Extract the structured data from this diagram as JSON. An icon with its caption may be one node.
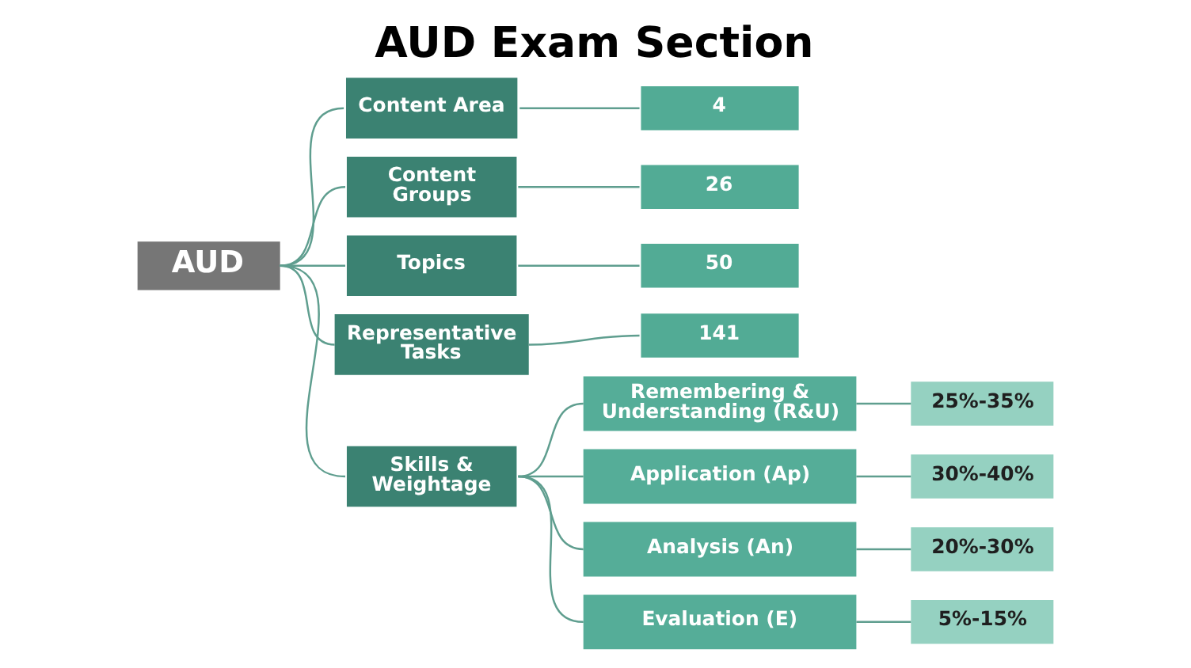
{
  "diagram": {
    "title": "AUD Exam Section",
    "nodes": [
      {
        "text": [
          "AUD"
        ]
      },
      {
        "text": [
          "Content Area"
        ]
      },
      {
        "text": [
          "4"
        ]
      },
      {
        "text": [
          "Content Groups"
        ]
      },
      {
        "text": [
          "26"
        ]
      },
      {
        "text": [
          "Topics"
        ]
      },
      {
        "text": [
          "50"
        ]
      },
      {
        "text": [
          "Representative Tasks"
        ]
      },
      {
        "text": [
          "141"
        ]
      },
      {
        "text": [
          "Skills & Weightage"
        ]
      },
      {
        "text": [
          "Remembering & Understanding (R&U)"
        ]
      },
      {
        "text": [
          "25%-35%"
        ]
      },
      {
        "text": [
          "Application (Ap)"
        ]
      },
      {
        "text": [
          "30%-40%"
        ]
      },
      {
        "text": [
          "Analysis (An)"
        ]
      },
      {
        "text": [
          "20%-30%"
        ]
      },
      {
        "text": [
          "Evaluation (E)"
        ]
      },
      {
        "text": [
          "5%-15%"
        ]
      }
    ],
    "edges": [
      {
        "from": 0,
        "to": 1,
        "arrow": "none"
      },
      {
        "from": 1,
        "to": 2,
        "arrow": "none"
      },
      {
        "from": 0,
        "to": 3,
        "arrow": "none"
      },
      {
        "from": 3,
        "to": 4,
        "arrow": "none"
      },
      {
        "from": 0,
        "to": 5,
        "arrow": "none"
      },
      {
        "from": 5,
        "to": 6,
        "arrow": "none"
      },
      {
        "from": 0,
        "to": 7,
        "arrow": "none"
      },
      {
        "from": 7,
        "to": 8,
        "arrow": "none"
      },
      {
        "from": 0,
        "to": 9,
        "arrow": "none"
      },
      {
        "from": 9,
        "to": 10,
        "arrow": "none"
      },
      {
        "from": 10,
        "to": 11,
        "arrow": "none"
      },
      {
        "from": 9,
        "to": 12,
        "arrow": "none"
      },
      {
        "from": 12,
        "to": 13,
        "arrow": "none"
      },
      {
        "from": 9,
        "to": 14,
        "arrow": "none"
      },
      {
        "from": 14,
        "to": 15,
        "arrow": "none"
      },
      {
        "from": 9,
        "to": 16,
        "arrow": "none"
      },
      {
        "from": 16,
        "to": 17,
        "arrow": "none"
      }
    ]
  }
}
